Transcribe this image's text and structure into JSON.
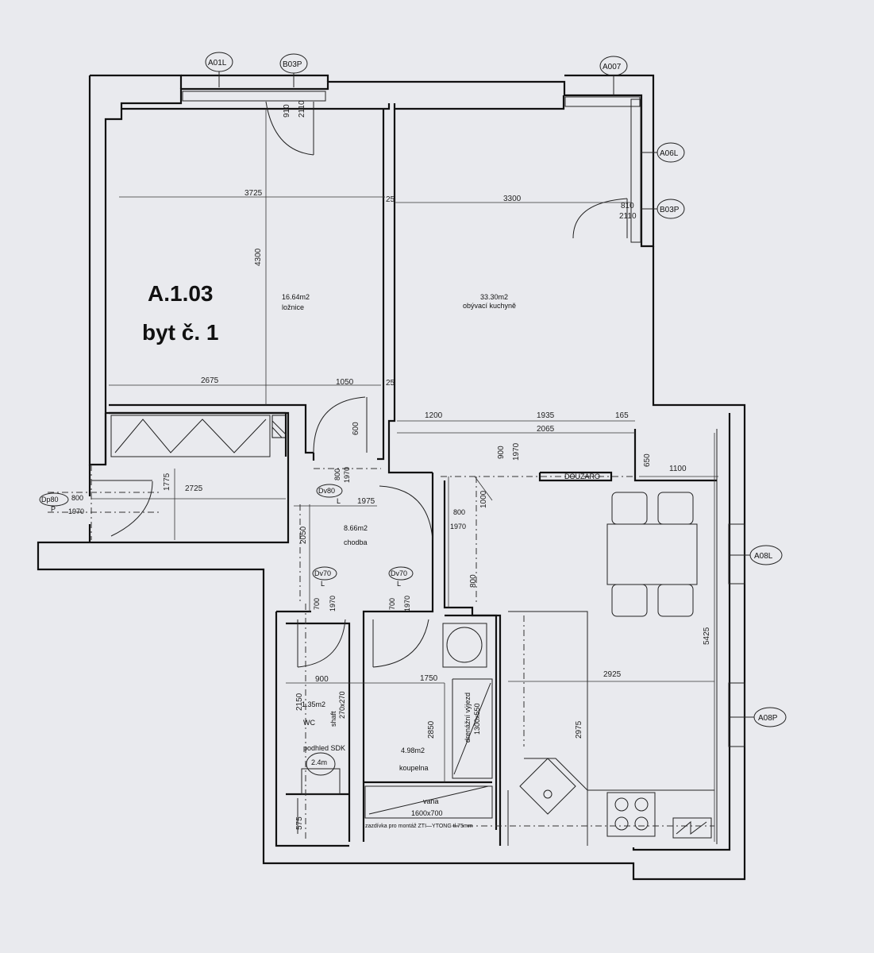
{
  "unit": {
    "code": "A.1.03",
    "name": "byt č. 1"
  },
  "grid_tags": [
    "A01L",
    "B03P",
    "A007",
    "A06L",
    "B03P",
    "A08L",
    "A08P"
  ],
  "rooms": {
    "bedroom": {
      "area": "16.64m2",
      "name": "ložnice"
    },
    "living": {
      "area": "33.30m2",
      "name": "obývací kuchyně"
    },
    "hall": {
      "area": "8.66m2",
      "name": "chodba"
    },
    "wc": {
      "area": "1.35m2",
      "name": "WC"
    },
    "bath": {
      "area": "4.98m2",
      "name": "koupelna"
    }
  },
  "dimensions": {
    "d3725": "3725",
    "d3300": "3300",
    "d4300": "4300",
    "d2675": "2675",
    "d1050": "1050",
    "d25a": "25",
    "d25b": "25",
    "d1200": "1200",
    "d1935": "1935",
    "d2065": "2065",
    "d165": "165",
    "d650": "650",
    "d1100": "1100",
    "d1775": "1775",
    "d2725": "2725",
    "d1975": "1975",
    "d2050": "2050",
    "d600": "600",
    "d900": "900",
    "d1970": "1970",
    "d1000": "1000",
    "d800": "800",
    "d1750": "1750",
    "d2925": "2925",
    "d5425": "5425",
    "d2975": "2975",
    "d2850": "2850",
    "d575": "575",
    "d2150": "2150",
    "d910": "910",
    "d2110": "2110",
    "d810": "810",
    "d2110b": "2110",
    "d900b": "900"
  },
  "doors": {
    "entry": {
      "tag": "Dp80",
      "side": "P",
      "w": "800",
      "h": "1970"
    },
    "bedroom": {
      "tag": "Dv80",
      "side": "L",
      "w": "800",
      "h": "1970"
    },
    "living": {
      "w": "800",
      "h": "1970"
    },
    "wc": {
      "tag": "Dv70",
      "side": "L",
      "w": "700",
      "h": "1970"
    },
    "bath": {
      "tag": "Dv70",
      "side": "L",
      "w": "700",
      "h": "1970"
    }
  },
  "notes": {
    "beam": "DOUŽARO",
    "install": "zazdívka pro montáž ZTI—YTONG tl.75mm",
    "tub_label": "vana",
    "tub_size": "1600x700",
    "shaft": "drenážní výjezd",
    "shaft_size": "1300x550",
    "sdk": "podhled SDK",
    "sdk_h": "2.4m",
    "wc_shaft": "shaft",
    "wc_shaft_size": "270x270"
  }
}
